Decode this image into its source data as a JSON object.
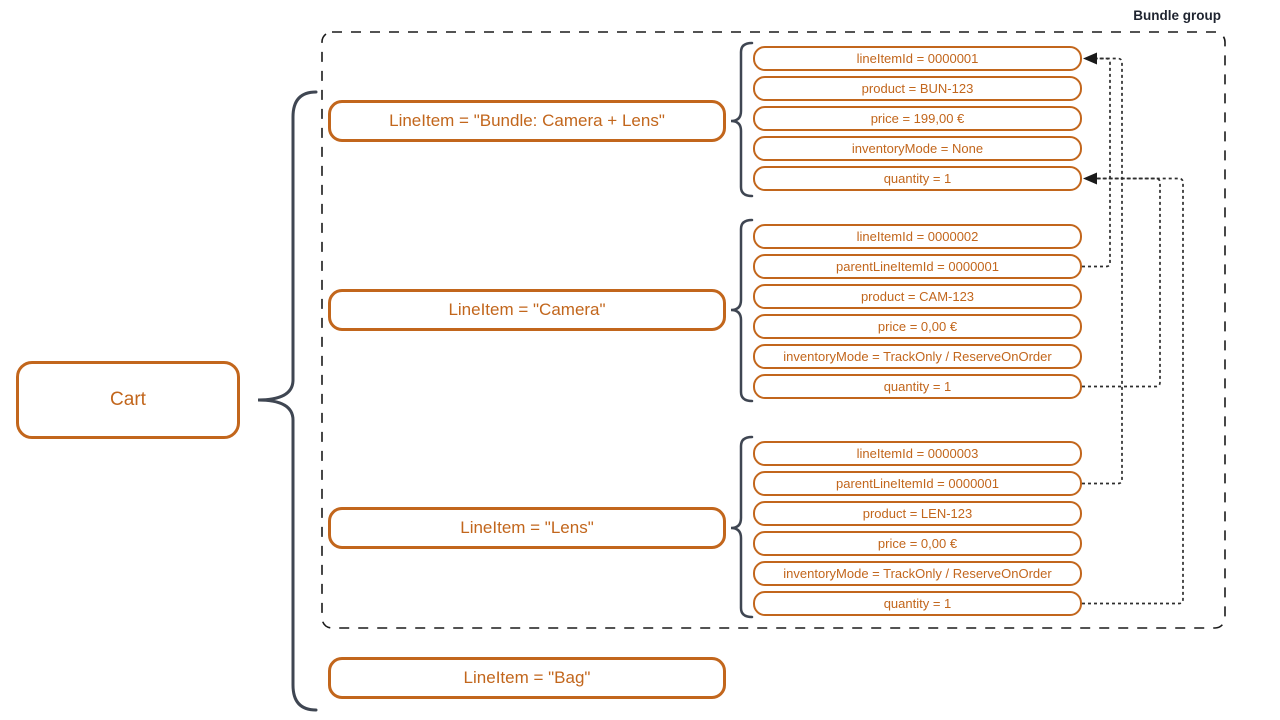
{
  "diagram": {
    "bundle_group_label": "Bundle group",
    "cart": {
      "label": "Cart"
    },
    "line_items": [
      {
        "id": "bundle",
        "label": "LineItem = \"Bundle: Camera + Lens\"",
        "attributes": [
          "lineItemId = 0000001",
          "product = BUN-123",
          "price = 199,00 €",
          "inventoryMode = None",
          "quantity = 1"
        ]
      },
      {
        "id": "camera",
        "label": "LineItem = \"Camera\"",
        "attributes": [
          "lineItemId = 0000002",
          "parentLineItemId = 0000001",
          "product = CAM-123",
          "price = 0,00 €",
          "inventoryMode = TrackOnly / ReserveOnOrder",
          "quantity = 1"
        ]
      },
      {
        "id": "lens",
        "label": "LineItem = \"Lens\"",
        "attributes": [
          "lineItemId = 0000003",
          "parentLineItemId = 0000001",
          "product = LEN-123",
          "price = 0,00 €",
          "inventoryMode = TrackOnly / ReserveOnOrder",
          "quantity = 1"
        ]
      },
      {
        "id": "bag",
        "label": "LineItem = \"Bag\"",
        "attributes": []
      }
    ],
    "connections": [
      {
        "from": "camera.parentLineItemId",
        "to": "bundle.lineItemId"
      },
      {
        "from": "lens.parentLineItemId",
        "to": "bundle.lineItemId"
      },
      {
        "from": "camera.quantity",
        "to": "bundle.quantity"
      },
      {
        "from": "lens.quantity",
        "to": "bundle.quantity"
      }
    ],
    "colors": {
      "accent": "#c2661c",
      "brace": "#3f4652",
      "connector": "#2e2e2e",
      "group_border": "#1a1a1a"
    }
  }
}
